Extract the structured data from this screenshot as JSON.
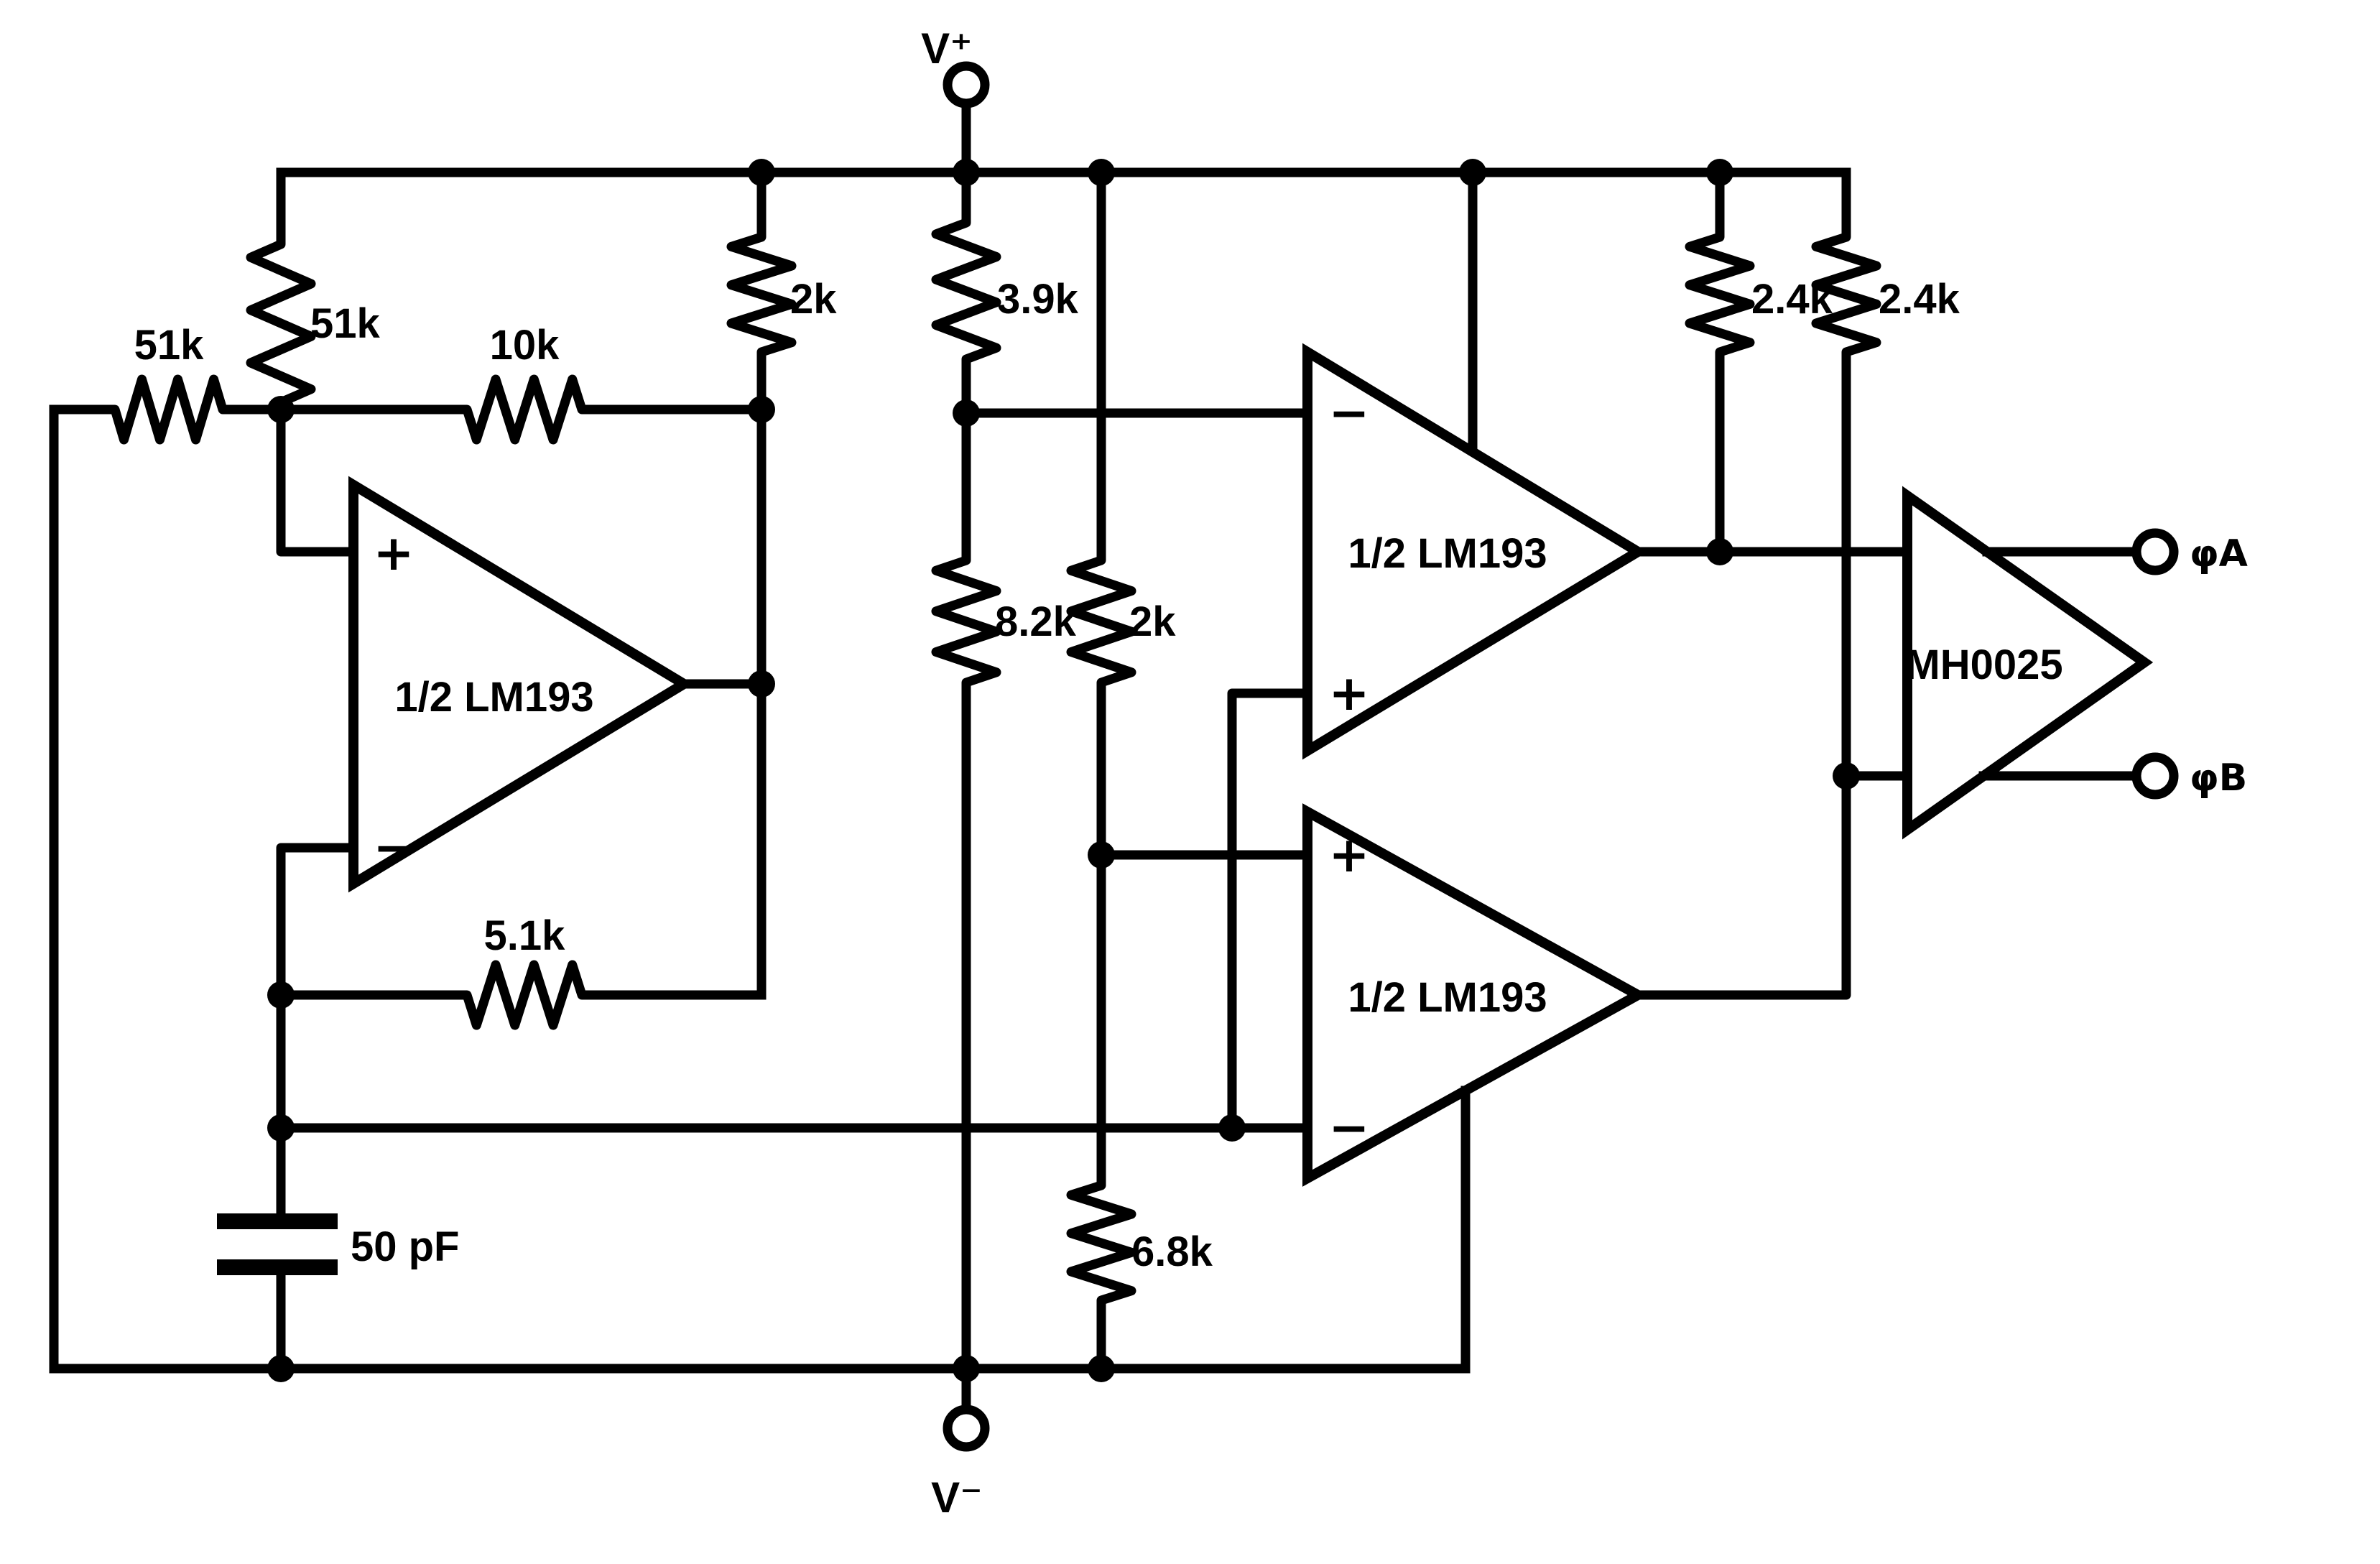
{
  "labels": {
    "v_plus": "V⁺",
    "v_minus": "V⁻",
    "phi_a": "φA",
    "phi_b": "φB",
    "r51k_top": "51k",
    "r51k_left": "51k",
    "r10k": "10k",
    "r2k_left": "2k",
    "r3p9k": "3.9k",
    "r8p2k": "8.2k",
    "r2k_mid": "2k",
    "r5p1k": "5.1k",
    "r6p8k": "6.8k",
    "r2p4k_left": "2.4k",
    "r2p4k_right": "2.4k",
    "c50pf": "50 pF",
    "comparator1": "1/2 LM193",
    "comparator2": "1/2 LM193",
    "comparator3": "1/2 LM193",
    "driver": "MH0025",
    "plus": "+",
    "minus": "−"
  },
  "colors": {
    "ink": "#000000",
    "paper": "#ffffff"
  }
}
